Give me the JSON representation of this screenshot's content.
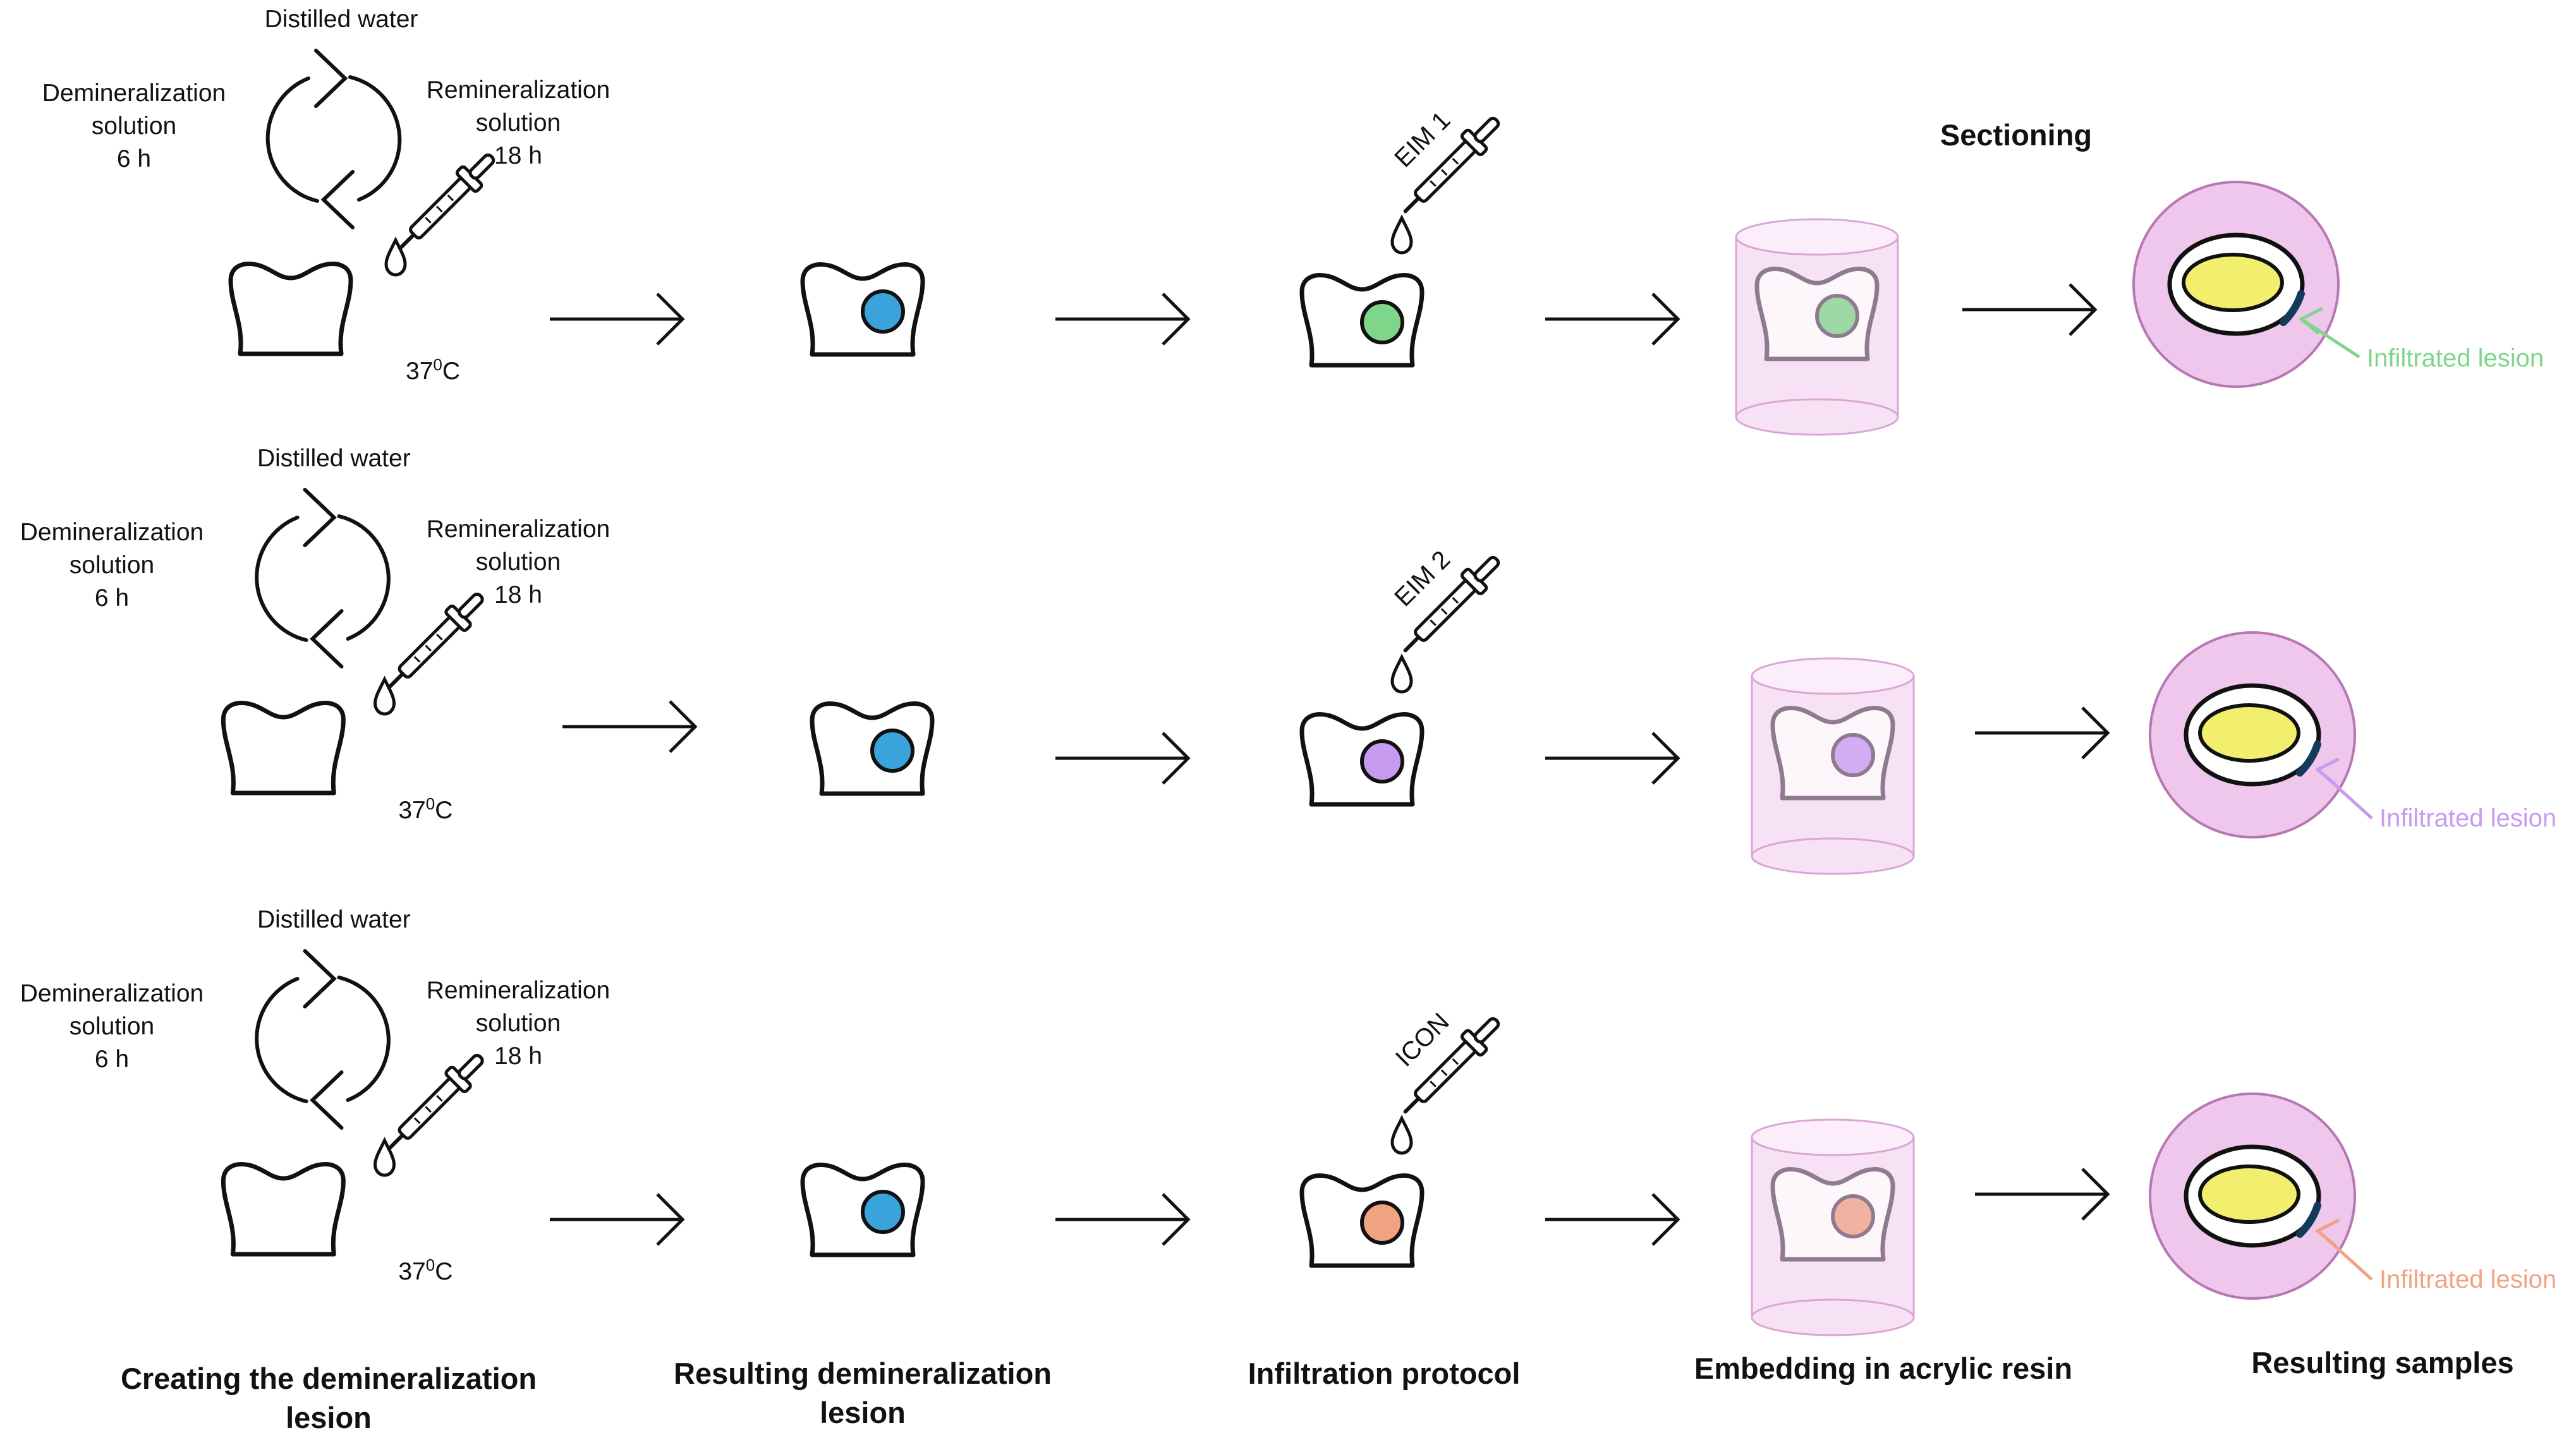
{
  "colors": {
    "stroke": "#111111",
    "demin_lesion": "#3aa3dc",
    "eim1_lesion": "#7fd68b",
    "eim2_lesion": "#c79bf0",
    "icon_lesion": "#f0a383",
    "resin_block": "#f7e1f5",
    "resin_edge": "#d9a6d6",
    "sample_disc": "#efc6ec",
    "sample_core": "#f2ee6e",
    "eim1_arrow": "#7fd68b",
    "eim2_arrow": "#c79bf0",
    "icon_arrow": "#f0a383"
  },
  "rows": [
    {
      "distilled_water": "Distilled water",
      "demineralization": [
        "Demineralization",
        "solution",
        "6 h"
      ],
      "remineralization": [
        "Remineralization",
        "solution",
        "18 h"
      ],
      "temperature": {
        "value": "37",
        "sup": "0",
        "unit": "C"
      },
      "material": "EIM 1",
      "infiltrated_label": "Infiltrated lesion"
    },
    {
      "distilled_water": "Distilled water",
      "demineralization": [
        "Demineralization",
        "solution",
        "6 h"
      ],
      "remineralization": [
        "Remineralization",
        "solution",
        "18 h"
      ],
      "temperature": {
        "value": "37",
        "sup": "0",
        "unit": "C"
      },
      "material": "EIM 2",
      "infiltrated_label": "Infiltrated lesion"
    },
    {
      "distilled_water": "Distilled water",
      "demineralization": [
        "Demineralization",
        "solution",
        "6 h"
      ],
      "remineralization": [
        "Remineralization",
        "solution",
        "18 h"
      ],
      "temperature": {
        "value": "37",
        "sup": "0",
        "unit": "C"
      },
      "material": "ICON",
      "infiltrated_label": "Infiltrated lesion"
    }
  ],
  "sectioning": "Sectioning",
  "columns": [
    [
      "Creating the demineralization",
      "lesion"
    ],
    [
      "Resulting  demineralization",
      "lesion"
    ],
    [
      "Infiltration protocol"
    ],
    [
      "Embedding in acrylic resin"
    ],
    [
      "Resulting samples"
    ]
  ]
}
